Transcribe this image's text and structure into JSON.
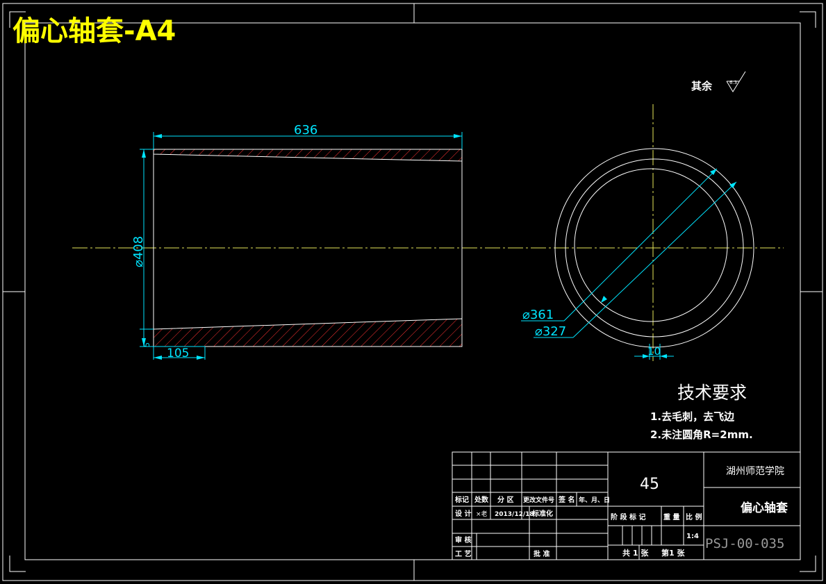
{
  "title": "偏心轴套-A4",
  "roughness": {
    "label": "其余",
    "value": "6.3"
  },
  "dims": {
    "length": "636",
    "outer_dia": "⌀408",
    "hole_offset": "105",
    "small_left": "5",
    "dia_361": "⌀361",
    "dia_327": "⌀327",
    "eccentric": "10"
  },
  "tech": {
    "heading": "技术要求",
    "items": [
      "1.去毛刺，去飞边",
      "2.未注圆角R=2mm."
    ]
  },
  "titleblock": {
    "material": "45",
    "school": "湖州师范学院",
    "part_name": "偏心轴套",
    "drawing_no": "PSJ-00-035",
    "scale": "1:4",
    "header_labels": [
      "标记",
      "处数",
      "分 区",
      "更改文件号",
      "签 名",
      "年、月、日"
    ],
    "design_label": "设 计",
    "designer": "×老",
    "date": "2013/12/18",
    "std_label": "标准化",
    "review_label": "审 核",
    "process_label": "工 艺",
    "approve_label": "批 准",
    "stage_labels": [
      "阶 段 标 记",
      "重 量",
      "比 例"
    ],
    "sheets_total": "共 1 张",
    "sheet_no": "第1 张"
  },
  "colors": {
    "title": "#ffff00",
    "lines": "#ffffff",
    "dimension": "#00e5ff",
    "hatch": "#ff3333",
    "center": "#e8e85a"
  }
}
